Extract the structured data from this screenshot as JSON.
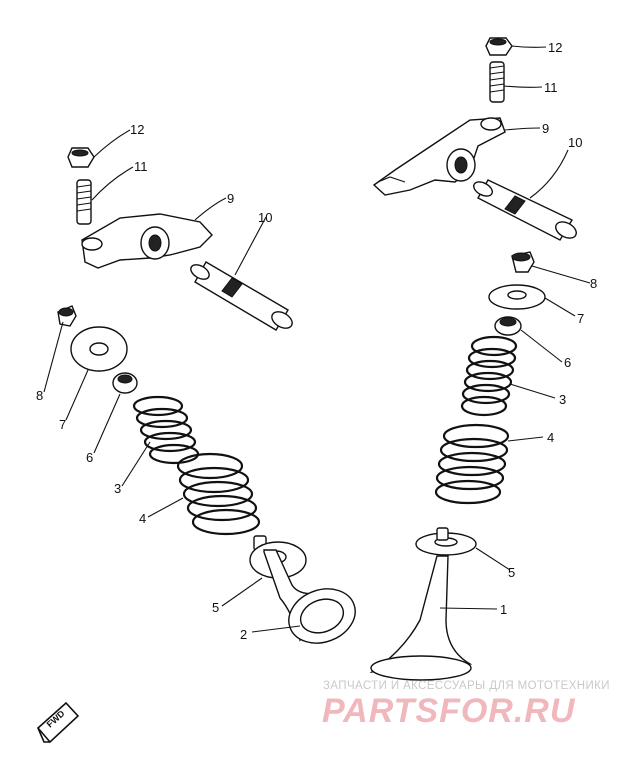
{
  "callouts": {
    "valve_in": "1",
    "valve_ex": "2",
    "spring_inner_r": "3",
    "spring_inner_l": "3",
    "spring_outer_r": "4",
    "spring_outer_l": "4",
    "seat_r": "5",
    "seat_l": "5",
    "seal_r": "6",
    "seal_l": "6",
    "retainer_r": "7",
    "retainer_l": "7",
    "cotter_r": "8",
    "cotter_l": "8",
    "rocker_r": "9",
    "rocker_l": "9",
    "shaft_r": "10",
    "shaft_l": "10",
    "screw_r": "11",
    "screw_l": "11",
    "nut_r": "12",
    "nut_l": "12"
  },
  "fwd_mark": "FWD",
  "watermark": {
    "line1": "ЗАПЧАСТИ И АКСЕССУАРЫ ДЛЯ МОТОТЕХНИКИ",
    "logo": "PARTSFOR.RU"
  }
}
